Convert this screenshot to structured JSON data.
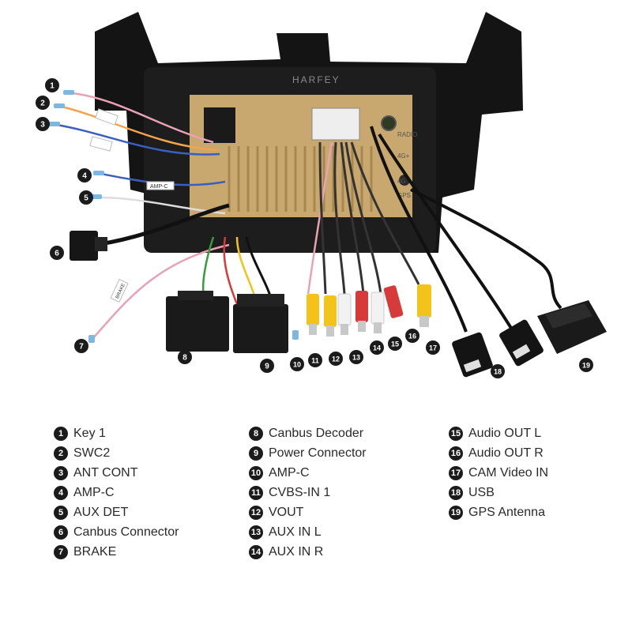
{
  "brand": "HARFEY",
  "radio_labels": [
    "RADIO",
    "4G+",
    "4G",
    "GPS"
  ],
  "tags": [
    "AMP-C",
    "BRAKE"
  ],
  "callouts": [
    "1",
    "2",
    "3",
    "4",
    "5",
    "6",
    "7",
    "8",
    "9",
    "10",
    "11",
    "12",
    "13",
    "14",
    "15",
    "16",
    "17",
    "18",
    "19"
  ],
  "legend": {
    "col1": [
      {
        "n": "1",
        "label": "Key 1"
      },
      {
        "n": "2",
        "label": "SWC2"
      },
      {
        "n": "3",
        "label": "ANT CONT"
      },
      {
        "n": "4",
        "label": "AMP-C"
      },
      {
        "n": "5",
        "label": "AUX DET"
      },
      {
        "n": "6",
        "label": "Canbus Connector"
      },
      {
        "n": "7",
        "label": "BRAKE"
      }
    ],
    "col2": [
      {
        "n": "8",
        "label": "Canbus Decoder"
      },
      {
        "n": "9",
        "label": "Power Connector"
      },
      {
        "n": "10",
        "label": "AMP-C"
      },
      {
        "n": "11",
        "label": "CVBS-IN 1"
      },
      {
        "n": "12",
        "label": "VOUT"
      },
      {
        "n": "13",
        "label": "AUX IN L"
      },
      {
        "n": "14",
        "label": "AUX IN R"
      }
    ],
    "col3": [
      {
        "n": "15",
        "label": "Audio OUT L"
      },
      {
        "n": "16",
        "label": "Audio OUT R"
      },
      {
        "n": "17",
        "label": "CAM Video IN"
      },
      {
        "n": "18",
        "label": "USB"
      },
      {
        "n": "19",
        "label": "GPS Antenna"
      }
    ]
  },
  "colors": {
    "frame": "#141414",
    "chassis": "#c9a870",
    "rca_yellow": "#f2c318",
    "rca_red": "#d63a3a",
    "rca_white": "#f2f2f2",
    "callout": "#1b1b1b"
  }
}
